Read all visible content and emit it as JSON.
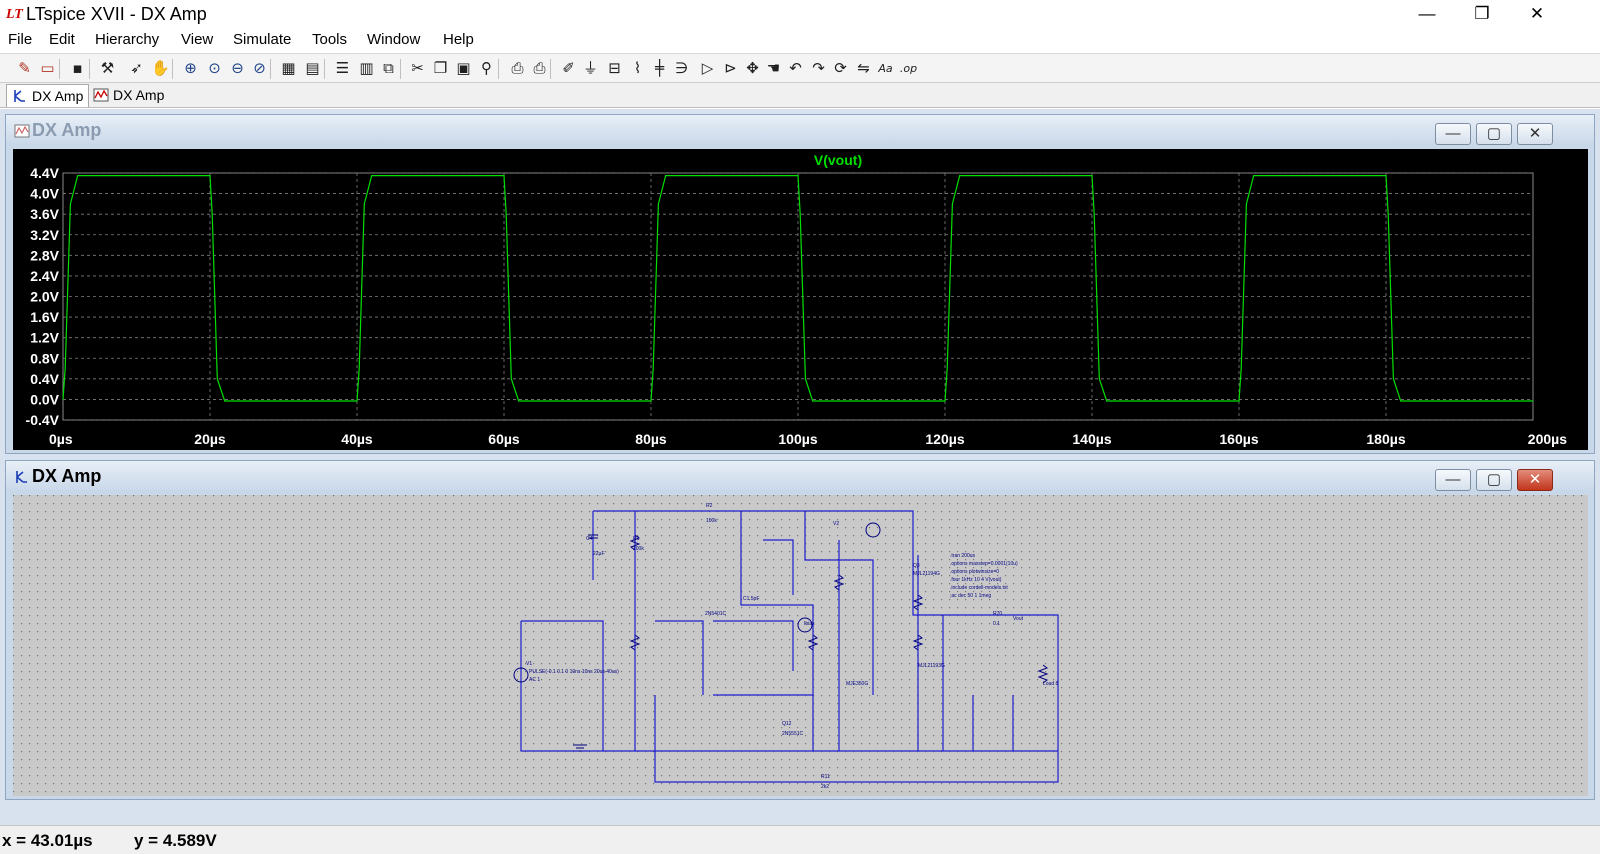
{
  "window": {
    "title": "LTspice XVII - DX Amp",
    "minimize": "—",
    "maximize": "❐",
    "close": "✕"
  },
  "menu": [
    "File",
    "Edit",
    "Hierarchy",
    "View",
    "Simulate",
    "Tools",
    "Window",
    "Help"
  ],
  "toolbar": {
    "icons": [
      "new-schematic-icon",
      "open-icon",
      "save-icon",
      "control-panel-icon",
      "run-icon",
      "halt-icon",
      "zoom-in-icon",
      "zoom-pan-icon",
      "zoom-out-icon",
      "zoom-fit-icon",
      "autorange-icon",
      "plot-settings-icon",
      "tile-horizontal-icon",
      "tile-vertical-icon",
      "cascade-icon",
      "cut-icon",
      "copy-icon",
      "paste-icon",
      "find-icon",
      "print-setup-icon",
      "print-icon",
      "draw-wire-icon",
      "ground-icon",
      "label-net-icon",
      "resistor-icon",
      "capacitor-icon",
      "inductor-icon",
      "diode-icon",
      "component-icon",
      "move-icon",
      "drag-icon",
      "undo-icon",
      "redo-icon",
      "rotate-icon",
      "mirror-icon",
      "text-icon",
      "spice-directive-icon"
    ],
    "text_label": "Aa",
    "op_label": ".op"
  },
  "tabs": [
    {
      "label": "DX Amp",
      "icon": "schematic-icon",
      "active": true
    },
    {
      "label": "DX Amp",
      "icon": "waveform-icon",
      "active": false
    }
  ],
  "waveform_window": {
    "title": "DX Amp",
    "minimize": "—",
    "maximize": "▢",
    "close": "✕"
  },
  "schematic_window": {
    "title": "DX Amp",
    "minimize": "—",
    "maximize": "▢",
    "close": "✕",
    "directive_lines": [
      ".tran 200us",
      ".options maxstep=0.0001(10u)",
      ".options plotwinsize=0",
      ".four 1kHz 10 4 V(vout)",
      ".include cordell-models.txt",
      ";ac dec 50 1 1meg"
    ],
    "labels": {
      "r_fb": "R2\n100k",
      "v1_spec": "PULSE(-0.1 0.1 0 10ns 10ns 20us 40us)",
      "v1_ac": "AC 1",
      "out_net": "Vout",
      "load": "Load\n8"
    }
  },
  "chart_data": {
    "type": "line",
    "title": "V(vout)",
    "xlabel": "",
    "ylabel": "",
    "grid": true,
    "x_ticks": [
      "0µs",
      "20µs",
      "40µs",
      "60µs",
      "80µs",
      "100µs",
      "120µs",
      "140µs",
      "160µs",
      "180µs",
      "200µs"
    ],
    "y_ticks": [
      "4.4V",
      "4.0V",
      "3.6V",
      "3.2V",
      "2.8V",
      "2.4V",
      "2.0V",
      "1.6V",
      "1.2V",
      "0.8V",
      "0.4V",
      "0.0V",
      "-0.4V"
    ],
    "xlim": [
      0,
      200
    ],
    "ylim": [
      -0.4,
      4.4
    ],
    "series": [
      {
        "name": "V(vout)",
        "color": "#00e000",
        "x": [
          0,
          0.3,
          1.0,
          2.0,
          20.0,
          20.3,
          21.0,
          22.0,
          40.0,
          40.3,
          41.0,
          42.0,
          60.0,
          60.3,
          61.0,
          62.0,
          80.0,
          80.3,
          81.0,
          82.0,
          100.0,
          100.3,
          101.0,
          102.0,
          120.0,
          120.3,
          121.0,
          122.0,
          140.0,
          140.3,
          141.0,
          142.0,
          160.0,
          160.3,
          161.0,
          162.0,
          180.0,
          180.3,
          181.0,
          182.0,
          200.0
        ],
        "y": [
          0.0,
          0.6,
          3.8,
          4.35,
          4.35,
          3.6,
          0.4,
          -0.03,
          -0.03,
          0.6,
          3.8,
          4.35,
          4.35,
          3.6,
          0.4,
          -0.03,
          -0.03,
          0.6,
          3.8,
          4.35,
          4.35,
          3.6,
          0.4,
          -0.03,
          -0.03,
          0.6,
          3.8,
          4.35,
          4.35,
          3.6,
          0.4,
          -0.03,
          -0.03,
          0.6,
          3.8,
          4.35,
          4.35,
          3.6,
          0.4,
          -0.03,
          -0.03
        ]
      }
    ]
  },
  "status": {
    "x_readout": "x = 43.01µs",
    "y_readout": "y = 4.589V"
  },
  "colors": {
    "trace": "#00e000",
    "grid": "#7f7f7f",
    "wire": "#0000ff",
    "component": "#000080",
    "mdi_bg": "#d7e2ee"
  }
}
